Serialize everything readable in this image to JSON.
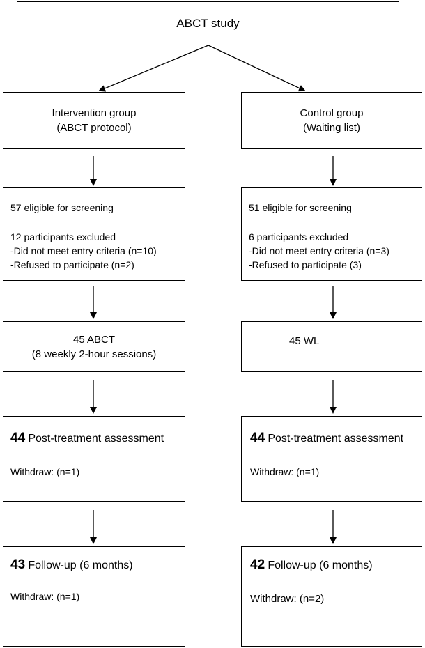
{
  "title": "ABCT study",
  "left": {
    "group": "Intervention group",
    "group_sub": "(ABCT protocol)",
    "screen_eligible": "57 eligible for screening",
    "screen_excluded": "12 participants excluded",
    "screen_reason1": "-Did not meet entry criteria (n=10)",
    "screen_reason2": "-Refused to participate (n=2)",
    "alloc": "45 ABCT",
    "alloc_sub": "(8 weekly 2-hour sessions)",
    "post_num": "44",
    "post_label": "Post-treatment assessment",
    "post_withdraw": "Withdraw: (n=1)",
    "fu_num": "43",
    "fu_label": "Follow-up (6 months)",
    "fu_withdraw": "Withdraw: (n=1)"
  },
  "right": {
    "group": "Control group",
    "group_sub": "(Waiting list)",
    "screen_eligible": "51 eligible for screening",
    "screen_excluded": "6 participants excluded",
    "screen_reason1": "-Did not meet entry criteria (n=3)",
    "screen_reason2": "-Refused to participate (3)",
    "alloc": "45 WL",
    "post_num": "44",
    "post_label": "Post-treatment assessment",
    "post_withdraw": "Withdraw: (n=1)",
    "fu_num": "42",
    "fu_label": "Follow-up (6 months)",
    "fu_withdraw": "Withdraw: (n=2)"
  }
}
